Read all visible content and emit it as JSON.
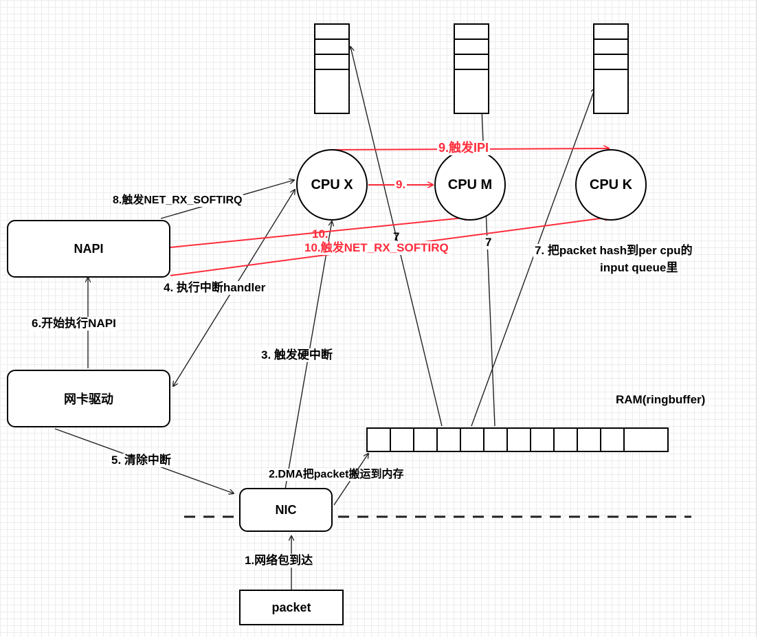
{
  "nodes": {
    "napi": "NAPI",
    "driver": "网卡驱动",
    "nic": "NIC",
    "packet": "packet",
    "cpu_x": "CPU X",
    "cpu_m": "CPU M",
    "cpu_k": "CPU K",
    "ram": "RAM(ringbuffer)"
  },
  "labels": {
    "step1": "1.网络包到达",
    "step2": "2.DMA把packet搬运到内存",
    "step3": "3. 触发硬中断",
    "step4": "4. 执行中断handler",
    "step5": "5. 清除中断",
    "step6": "6.开始执行NAPI",
    "step7": "7. 把packet hash到per cpu的",
    "step7_line2": "input queue里",
    "step7_a": "7",
    "step7_b": "7",
    "step8": "8.触发NET_RX_SOFTIRQ",
    "step9_ipi": "9.触发IPI",
    "step9": "9.",
    "step10": "10.",
    "step10_softirq": "10.触发NET_RX_SOFTIRQ"
  },
  "colors": {
    "highlight": "#ff2b3a",
    "line": "#222222"
  }
}
